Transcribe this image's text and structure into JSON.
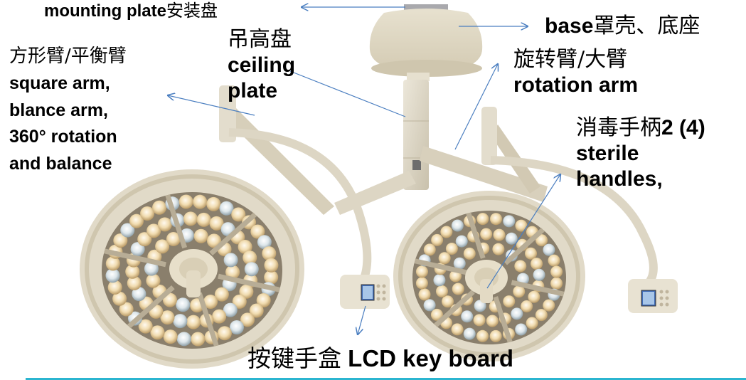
{
  "figure": {
    "subject": "double-head LED surgical shadowless operating light with ceiling mount",
    "colors": {
      "annotation_arrow": "#4a7ec0",
      "bottom_rule": "#2bb5d0",
      "body_beige": "#ddd6c4",
      "warm_led": "#f1dcb0",
      "cool_led": "#dde6ea",
      "reflector_dark": "#8a7f6c"
    }
  },
  "labels": {
    "mounting_plate": {
      "en": "mounting plate",
      "cn": "安装盘"
    },
    "base": {
      "en": "base",
      "cn": "罩壳、底座"
    },
    "ceiling_plate": {
      "cn": "吊高盘",
      "en_line1": "ceiling",
      "en_line2": "plate"
    },
    "rotation_arm": {
      "cn": "旋转臂/大臂",
      "en": "rotation arm"
    },
    "square_arm": {
      "cn": "方形臂/平衡臂",
      "en_line1": "square arm,",
      "en_line2": "blance arm,",
      "en_line3": "360° rotation",
      "en_line4": "and balance"
    },
    "sterile_handles": {
      "cn": "消毒手柄",
      "count": "2 (4)",
      "en_line1": "sterile",
      "en_line2": "handles,"
    },
    "lcd_keyboard": {
      "cn": "按键手盒",
      "en": "LCD key board"
    }
  }
}
